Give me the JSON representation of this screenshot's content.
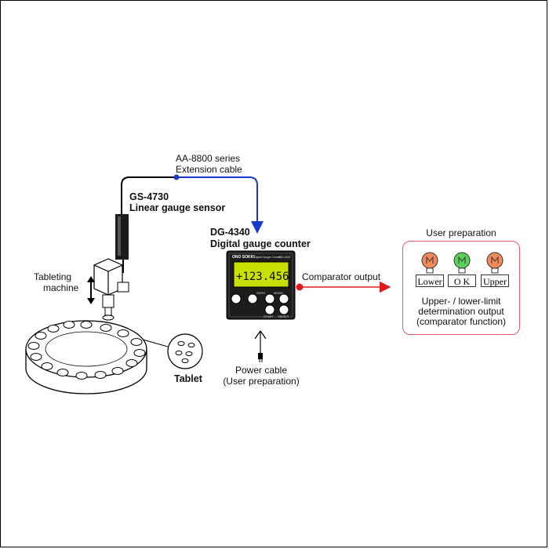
{
  "cable": {
    "line1": "AA-8800 series",
    "line2": "Extension cable"
  },
  "sensor": {
    "model": "GS-4730",
    "name": "Linear gauge sensor"
  },
  "counter": {
    "model": "DG-4340",
    "name": "Digital gauge counter",
    "brand": "ONO SOKKI",
    "product_tag": "Digital Gauge Counter",
    "product_model_tag": "DG-4340",
    "display_value": "+123.456",
    "btn_labels": [
      "ZERO",
      "MODE",
      "START",
      "RESET"
    ]
  },
  "machine": {
    "line1": "Tableting",
    "line2": "machine"
  },
  "tablet": {
    "label": "Tablet"
  },
  "comparator": {
    "label": "Comparator output"
  },
  "power": {
    "line1": "Power cable",
    "line2": "(User preparation)"
  },
  "user_prep": {
    "title": "User preparation",
    "lamps": [
      {
        "label": "Lower",
        "color": "#f08a5a"
      },
      {
        "label": "O K",
        "color": "#5ad15a"
      },
      {
        "label": "Upper",
        "color": "#f08a5a"
      }
    ],
    "desc1": "Upper- / lower-limit",
    "desc2": "determination output",
    "desc3": "(comparator function)"
  },
  "colors": {
    "cable_black": "#000000",
    "cable_blue": "#1a3acc",
    "output_red": "#e01b1b",
    "lcd": "#c8e000"
  }
}
